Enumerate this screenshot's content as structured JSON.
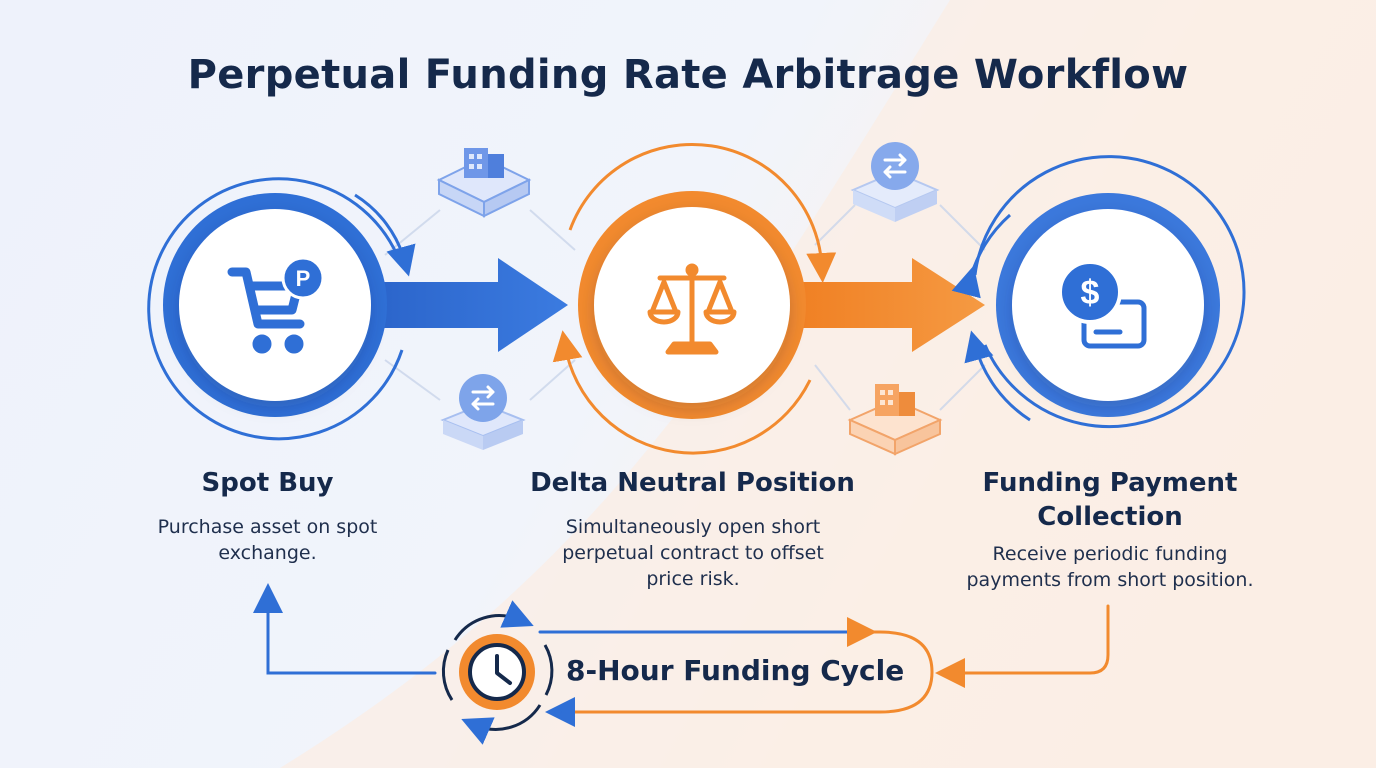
{
  "title": "Perpetual Funding Rate Arbitrage Workflow",
  "colors": {
    "blue": "#2f6fd6",
    "orange": "#f28a2e",
    "navy": "#15294b"
  },
  "steps": [
    {
      "title": "Spot Buy",
      "description": "Purchase asset on spot exchange.",
      "icon": "shopping-cart-icon",
      "badge": "P"
    },
    {
      "title": "Delta Neutral Position",
      "description": "Simultaneously open short perpetual contract to offset price risk.",
      "icon": "balance-scale-icon"
    },
    {
      "title": "Funding Payment Collection",
      "description": "Receive periodic funding payments from short position.",
      "icon": "dollar-card-icon",
      "badge": "$"
    }
  ],
  "cycle": {
    "label": "8-Hour Funding Cycle",
    "icon": "clock-icon"
  },
  "decorations": [
    "building-block-icon",
    "exchange-arrows-icon",
    "exchange-arrows-icon",
    "building-block-icon"
  ]
}
